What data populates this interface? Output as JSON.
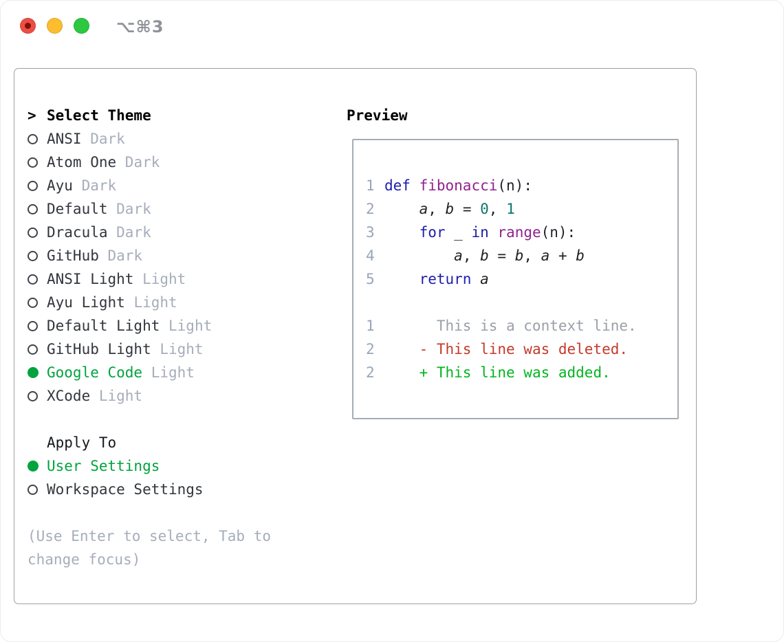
{
  "window": {
    "title": "⌥⌘3",
    "traffic_lights": [
      "close",
      "minimize",
      "zoom"
    ]
  },
  "theme_panel": {
    "prompt": ">",
    "title": "Select Theme",
    "items": [
      {
        "name": "ANSI",
        "tag": "Dark",
        "selected": false
      },
      {
        "name": "Atom One",
        "tag": "Dark",
        "selected": false
      },
      {
        "name": "Ayu",
        "tag": "Dark",
        "selected": false
      },
      {
        "name": "Default",
        "tag": "Dark",
        "selected": false
      },
      {
        "name": "Dracula",
        "tag": "Dark",
        "selected": false
      },
      {
        "name": "GitHub",
        "tag": "Dark",
        "selected": false
      },
      {
        "name": "ANSI Light",
        "tag": "Light",
        "selected": false
      },
      {
        "name": "Ayu Light",
        "tag": "Light",
        "selected": false
      },
      {
        "name": "Default Light",
        "tag": "Light",
        "selected": false
      },
      {
        "name": "GitHub Light",
        "tag": "Light",
        "selected": false
      },
      {
        "name": "Google Code",
        "tag": "Light",
        "selected": true
      },
      {
        "name": "XCode",
        "tag": "Light",
        "selected": false
      }
    ],
    "apply_to": {
      "title": "Apply To",
      "options": [
        {
          "name": "User Settings",
          "selected": true
        },
        {
          "name": "Workspace Settings",
          "selected": false
        }
      ]
    },
    "help": "(Use Enter to select, Tab to change focus)"
  },
  "preview": {
    "title": "Preview",
    "lines": [
      {
        "num": "",
        "tokens": []
      },
      {
        "num": "1",
        "tokens": [
          {
            "t": "def",
            "c": "keyword"
          },
          {
            "t": " "
          },
          {
            "t": "fibonacci",
            "c": "function"
          },
          {
            "t": "(n):"
          }
        ]
      },
      {
        "num": "2",
        "tokens": [
          {
            "t": "    "
          },
          {
            "t": "a",
            "c": "var"
          },
          {
            "t": ", "
          },
          {
            "t": "b",
            "c": "var"
          },
          {
            "t": " = "
          },
          {
            "t": "0",
            "c": "number"
          },
          {
            "t": ", "
          },
          {
            "t": "1",
            "c": "number"
          }
        ]
      },
      {
        "num": "3",
        "tokens": [
          {
            "t": "    "
          },
          {
            "t": "for",
            "c": "keyword"
          },
          {
            "t": " _ "
          },
          {
            "t": "in",
            "c": "keyword"
          },
          {
            "t": " "
          },
          {
            "t": "range",
            "c": "function"
          },
          {
            "t": "(n):"
          }
        ]
      },
      {
        "num": "4",
        "tokens": [
          {
            "t": "        "
          },
          {
            "t": "a",
            "c": "var"
          },
          {
            "t": ", "
          },
          {
            "t": "b",
            "c": "var"
          },
          {
            "t": " = "
          },
          {
            "t": "b",
            "c": "var"
          },
          {
            "t": ", "
          },
          {
            "t": "a",
            "c": "var"
          },
          {
            "t": " + "
          },
          {
            "t": "b",
            "c": "var"
          }
        ]
      },
      {
        "num": "5",
        "tokens": [
          {
            "t": "    "
          },
          {
            "t": "return",
            "c": "keyword"
          },
          {
            "t": " "
          },
          {
            "t": "a",
            "c": "var"
          }
        ]
      },
      {
        "num": "",
        "tokens": []
      },
      {
        "num": "1",
        "tokens": [
          {
            "t": "      This is a context line.",
            "c": "context"
          }
        ]
      },
      {
        "num": "2",
        "tokens": [
          {
            "t": "    "
          },
          {
            "t": "- This line was deleted.",
            "c": "deleted"
          }
        ]
      },
      {
        "num": "2",
        "tokens": [
          {
            "t": "    "
          },
          {
            "t": "+ This line was added.",
            "c": "added"
          }
        ]
      },
      {
        "num": "",
        "tokens": []
      }
    ]
  },
  "colors": {
    "selection_green": "#00a33e",
    "keyword_blue": "#1d1dae",
    "function_purple": "#8f2290",
    "number_teal": "#0c756b",
    "deleted_red": "#c5392a",
    "added_green": "#00b51e",
    "muted_gray": "#a6adba",
    "line_number_gray": "#9aa4b6",
    "panel_border": "#9ba1a9",
    "traffic_red": "#ee4d43",
    "traffic_yellow": "#fcbd2f",
    "traffic_green": "#2bc840"
  }
}
